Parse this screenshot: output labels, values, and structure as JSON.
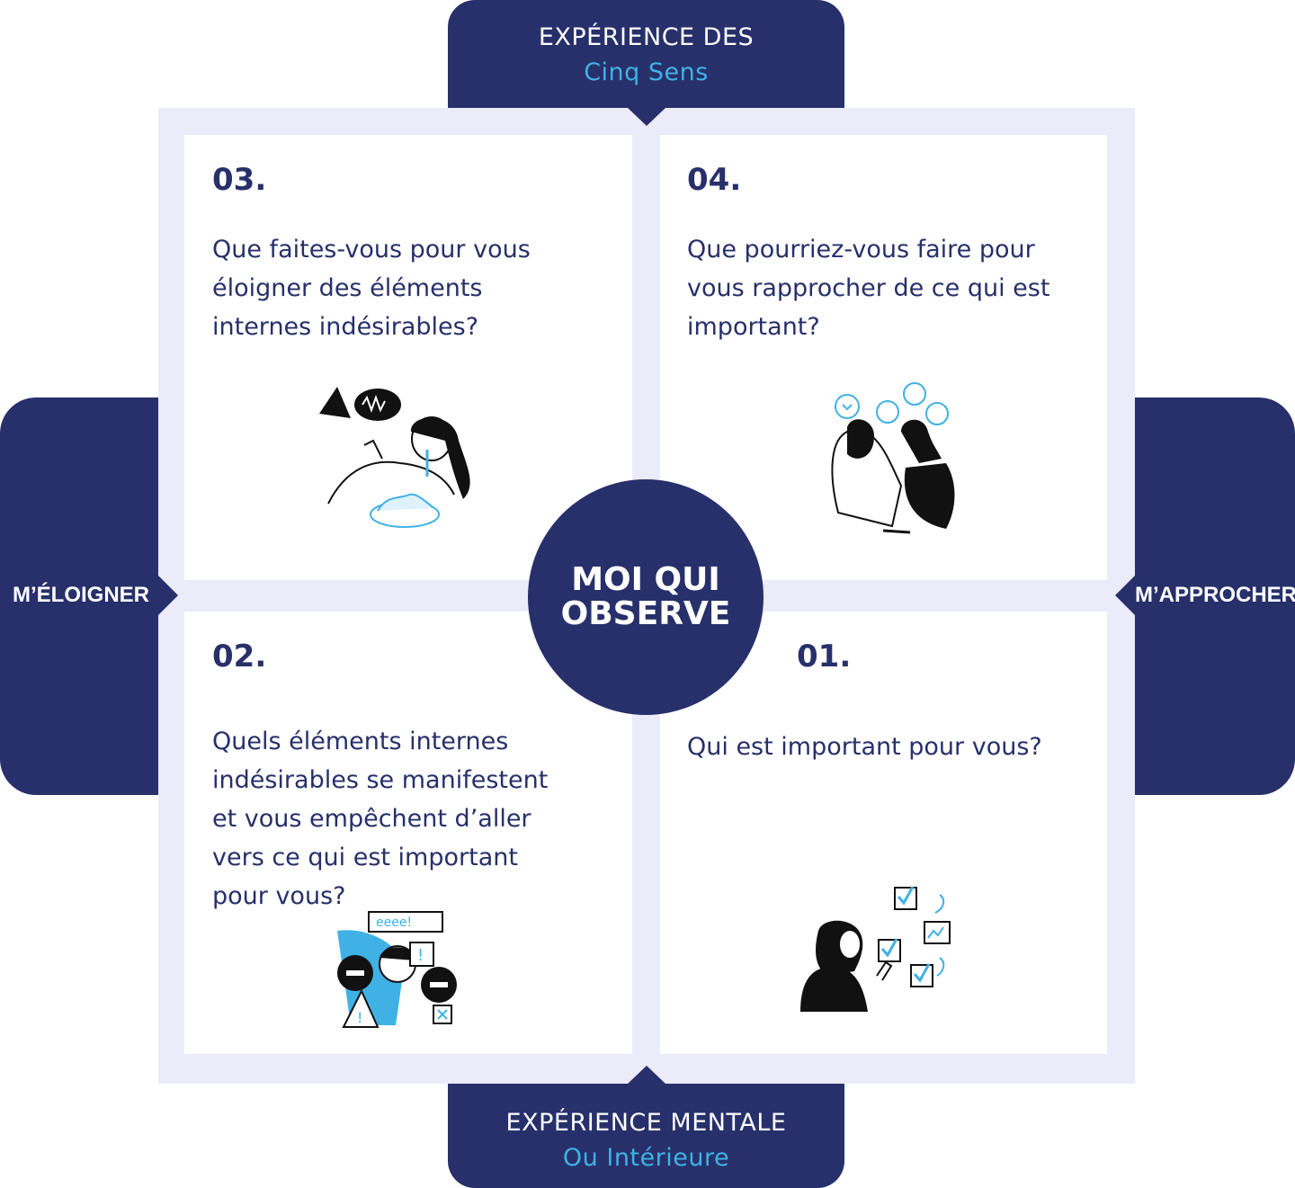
{
  "top_tab": {
    "line1": "EXPÉRIENCE DES",
    "line2": "Cinq Sens"
  },
  "bottom_tab": {
    "line1": "EXPÉRIENCE MENTALE",
    "line2": "Ou Intérieure"
  },
  "left_tab": {
    "label": "M’ÉLOIGNER"
  },
  "right_tab": {
    "label": "M’APPROCHER"
  },
  "center": {
    "line1": "MOI QUI",
    "line2": "OBSERVE"
  },
  "quadrants": [
    {
      "number": "03.",
      "lines": [
        "Que faites-vous pour vous",
        "éloigner des éléments",
        "internes indésirables?"
      ],
      "illustration": "woman-eating-salad-icon"
    },
    {
      "number": "04.",
      "lines": [
        "Que pourriez-vous faire pour",
        "vous rapprocher de ce qui est",
        "important?"
      ],
      "illustration": "two-women-talking-icon"
    },
    {
      "number": "02.",
      "lines": [
        "Quels éléments internes",
        "indésirables se manifestent",
        "et vous empêchent d’aller",
        "vers ce qui est important",
        "pour vous?"
      ],
      "illustration": "stressed-person-icon"
    },
    {
      "number": "01.",
      "lines": [
        "Qui est important pour vous?"
      ],
      "illustration": "woman-checklist-icon"
    }
  ],
  "colors": {
    "navy": "#27306a",
    "accent_blue": "#3fb1e5",
    "frame": "#ebebfa"
  }
}
